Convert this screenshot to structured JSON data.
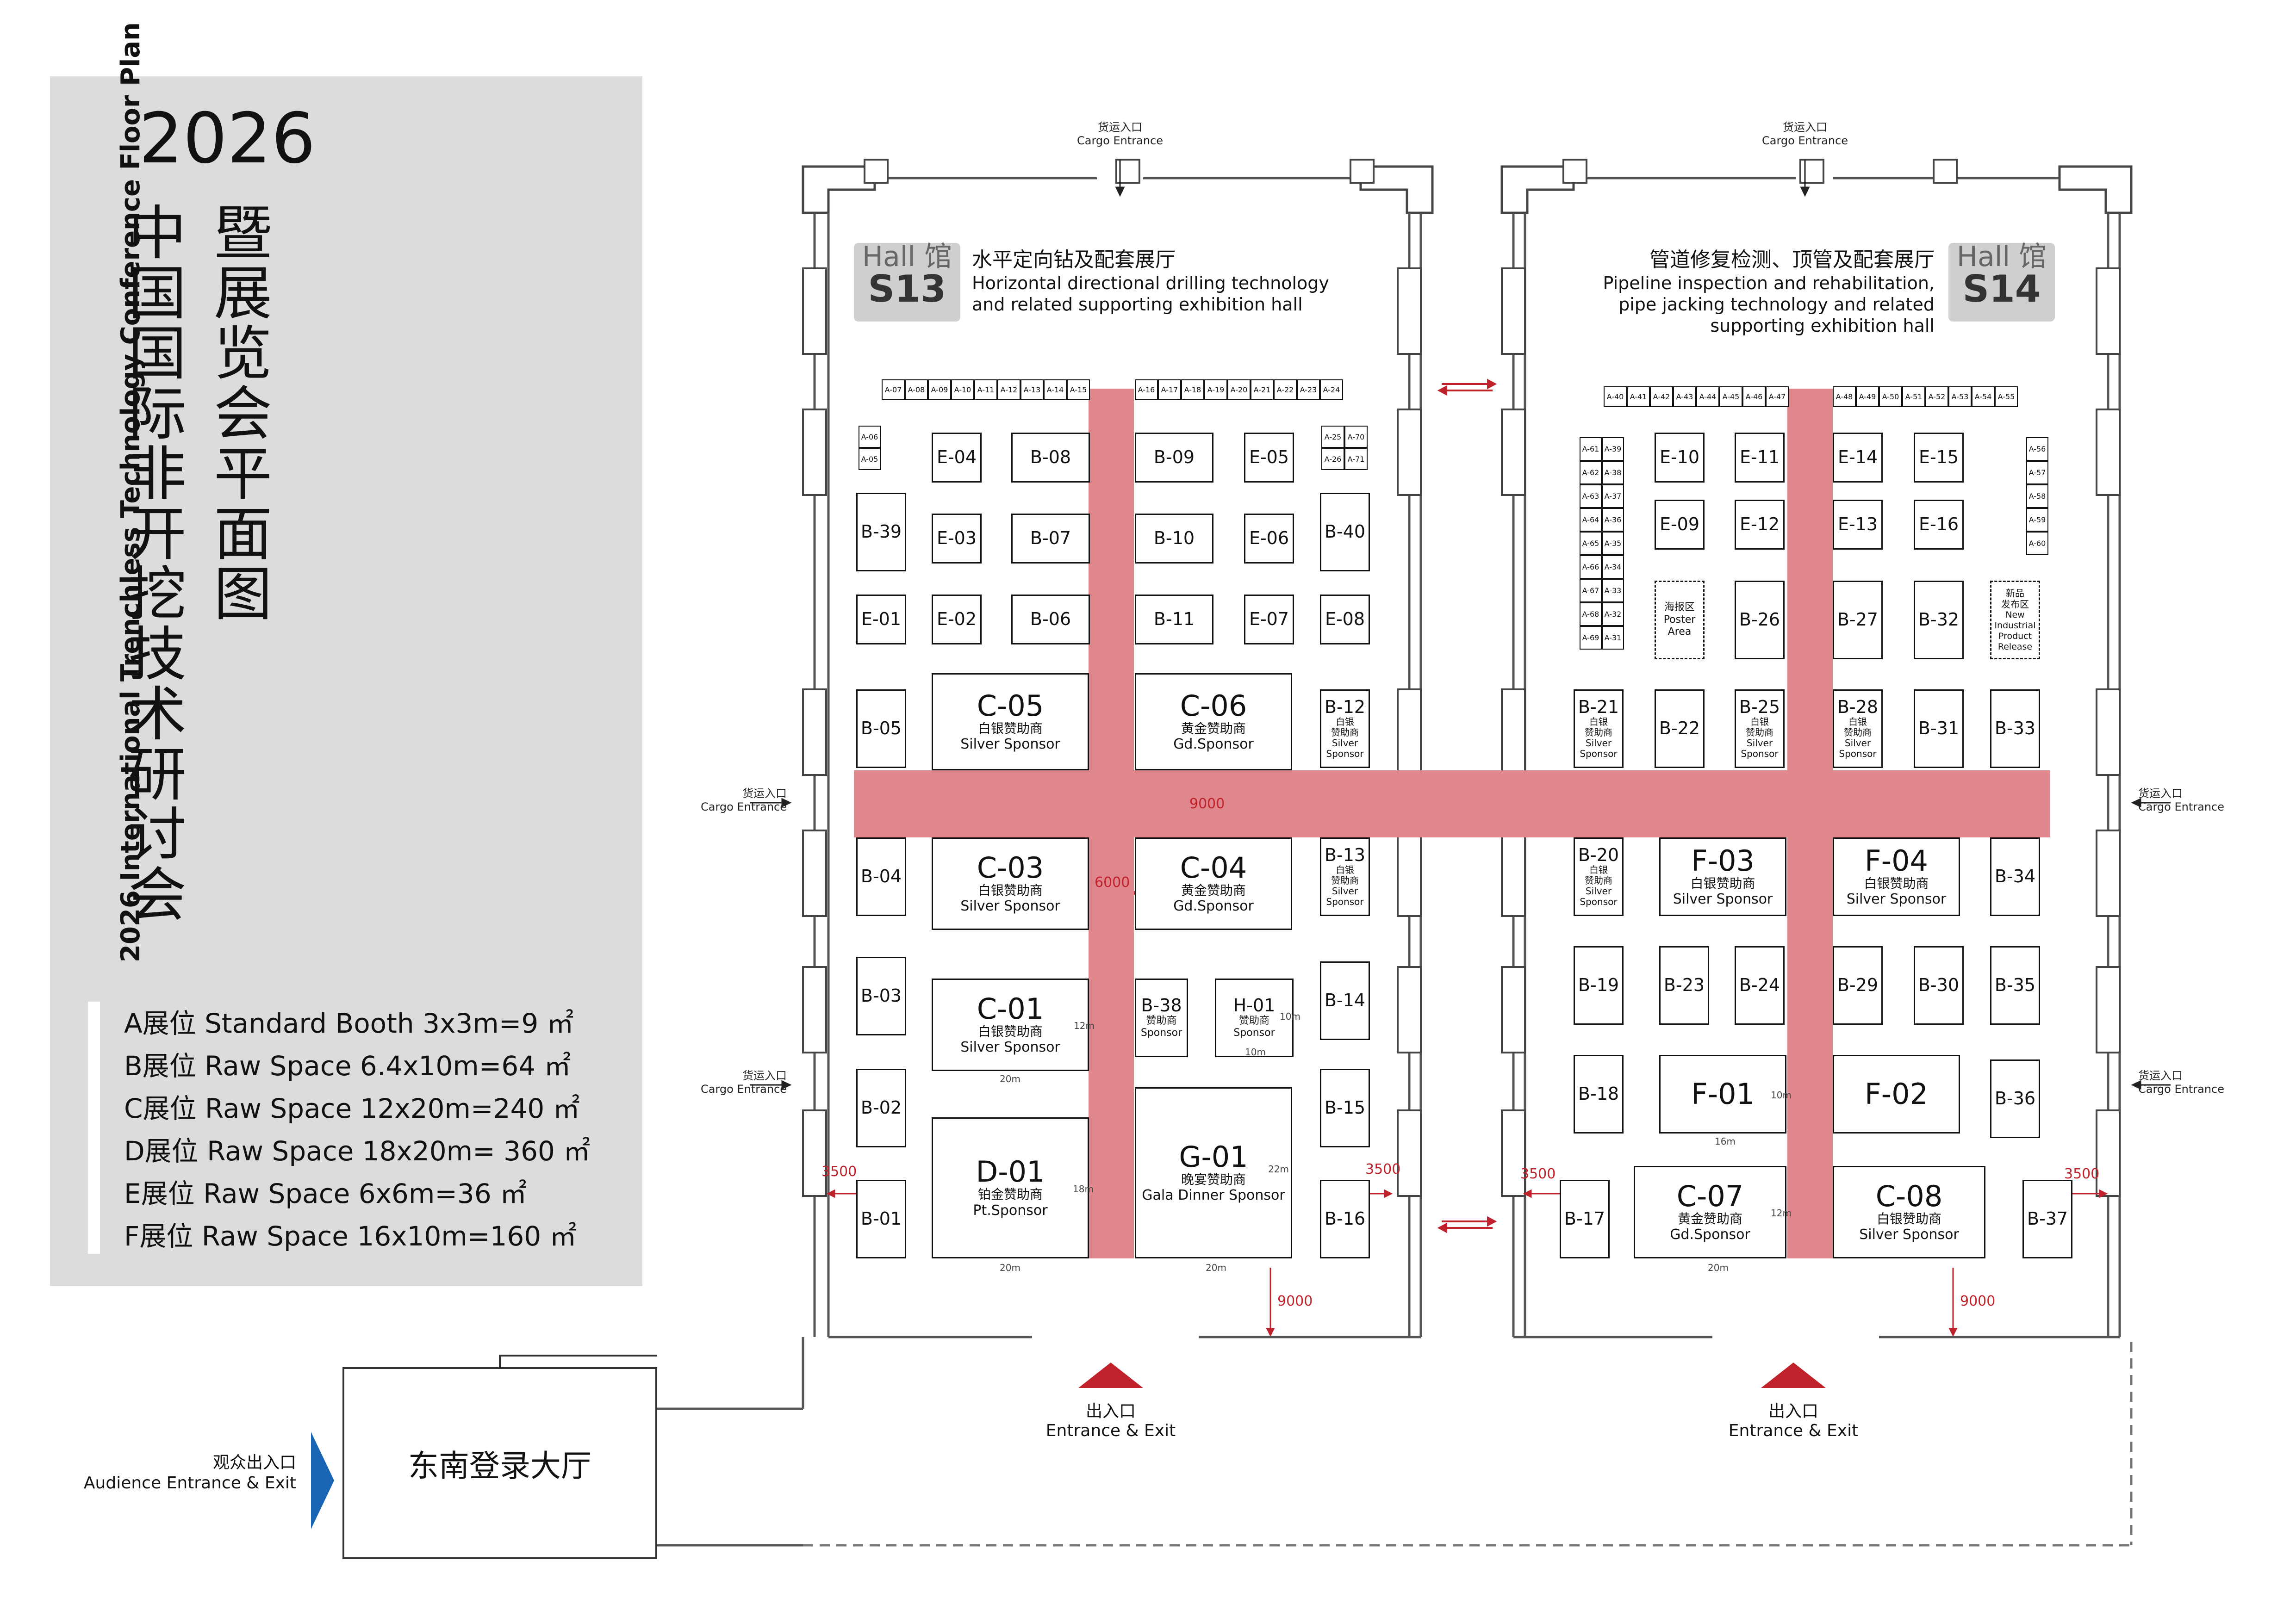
{
  "title": {
    "year": "2026",
    "cn_col1": [
      "中",
      "国",
      "国",
      "际",
      "非",
      "开",
      "挖",
      "技",
      "术",
      "研",
      "讨",
      "会"
    ],
    "cn_col2": [
      "暨",
      "展",
      "览",
      "会",
      "平",
      "面",
      "图"
    ],
    "en_vertical": "2026 International Trenchless Technology Conference Floor Plan"
  },
  "legend": [
    {
      "text": "A展位 Standard Booth 3x3m=9 ㎡"
    },
    {
      "text": "B展位 Raw Space 6.4x10m=64 ㎡"
    },
    {
      "text": "C展位 Raw Space 12x20m=240 ㎡"
    },
    {
      "text": "D展位 Raw Space 18x20m= 360 ㎡"
    },
    {
      "text": "E展位 Raw Space  6x6m=36 ㎡"
    },
    {
      "text": "F展位 Raw Space 16x10m=160 ㎡"
    }
  ],
  "cargo": {
    "cn": "货运入口",
    "en": "Cargo Entrance"
  },
  "halls": {
    "s13": {
      "badge_top": "Hall 馆",
      "badge_num": "S13",
      "cn": "水平定向钻及配套展厅",
      "en1": "Horizontal directional drilling technology",
      "en2": "and related supporting exhibition hall"
    },
    "s14": {
      "badge_top": "Hall 馆",
      "badge_num": "S14",
      "cn": "管道修复检测、顶管及配套展厅",
      "en1": "Pipeline inspection and rehabilitation,",
      "en2": "pipe jacking technology and related",
      "en3": "supporting exhibition hall"
    }
  },
  "a_row_s13_left": [
    "A-07",
    "A-08",
    "A-09",
    "A-10",
    "A-11",
    "A-12",
    "A-13",
    "A-14",
    "A-15"
  ],
  "a_row_s13_right": [
    "A-16",
    "A-17",
    "A-18",
    "A-19",
    "A-20",
    "A-21",
    "A-22",
    "A-23",
    "A-24"
  ],
  "a_row_s14_left": [
    "A-40",
    "A-41",
    "A-42",
    "A-43",
    "A-44",
    "A-45",
    "A-46",
    "A-47"
  ],
  "a_row_s14_right": [
    "A-48",
    "A-49",
    "A-50",
    "A-51",
    "A-52",
    "A-53",
    "A-54",
    "A-55"
  ],
  "a_col_s14_left1": [
    "A-61",
    "A-62",
    "A-63",
    "A-64",
    "A-65",
    "A-66",
    "A-67",
    "A-68",
    "A-69"
  ],
  "a_col_s14_left2": [
    "A-39",
    "A-38",
    "A-37",
    "A-36",
    "A-35",
    "A-34",
    "A-33",
    "A-32",
    "A-31"
  ],
  "a_col_s14_right": [
    "A-56",
    "A-57",
    "A-58",
    "A-59",
    "A-60"
  ],
  "a_misc": {
    "a06": "A-06",
    "a05": "A-05",
    "a25": "A-25",
    "a70": "A-70",
    "a26": "A-26",
    "a71": "A-71"
  },
  "booths": {
    "B39": "B-39",
    "E04": "E-04",
    "B08": "B-08",
    "B09": "B-09",
    "E05": "E-05",
    "B40": "B-40",
    "E03": "E-03",
    "B07": "B-07",
    "B10": "B-10",
    "E06": "E-06",
    "E01": "E-01",
    "E02": "E-02",
    "B06": "B-06",
    "B11": "B-11",
    "E07": "E-07",
    "E08": "E-08",
    "B05": "B-05",
    "B04": "B-04",
    "B03": "B-03",
    "B02": "B-02",
    "B01": "B-01",
    "B12": "B-12",
    "B13": "B-13",
    "B14": "B-14",
    "B15": "B-15",
    "B16": "B-16",
    "C05": "C-05",
    "C06": "C-06",
    "C03": "C-03",
    "C04": "C-04",
    "C01": "C-01",
    "D01": "D-01",
    "G01": "G-01",
    "B38": "B-38",
    "H01": "H-01",
    "E10": "E-10",
    "E11": "E-11",
    "E14": "E-14",
    "E15": "E-15",
    "E09": "E-09",
    "E12": "E-12",
    "E13": "E-13",
    "E16": "E-16",
    "B26": "B-26",
    "B27": "B-27",
    "B32": "B-32",
    "B21": "B-21",
    "B22": "B-22",
    "B25": "B-25",
    "B28": "B-28",
    "B31": "B-31",
    "B33": "B-33",
    "B20": "B-20",
    "F03": "F-03",
    "F04": "F-04",
    "B34": "B-34",
    "B19": "B-19",
    "B23": "B-23",
    "B24": "B-24",
    "B29": "B-29",
    "B30": "B-30",
    "B35": "B-35",
    "B18": "B-18",
    "F01": "F-01",
    "F02": "F-02",
    "B36": "B-36",
    "B17": "B-17",
    "C07": "C-07",
    "C08": "C-08",
    "B37": "B-37"
  },
  "sponsor": {
    "silver_cn": "白银赞助商",
    "silver_en": "Silver Sponsor",
    "gold_cn": "黄金赞助商",
    "gold_en": "Gd.Sponsor",
    "pt_cn": "铂金赞助商",
    "pt_en": "Pt.Sponsor",
    "gala_cn": "晚宴赞助商",
    "gala_en": "Gala Dinner Sponsor",
    "sp_cn": "赞助商",
    "sp_en": "Sponsor",
    "silver_cn1": "白银",
    "silver_cn2": "赞助商",
    "silver_en1": "Silver",
    "silver_en2": "Sponsor"
  },
  "poster": {
    "cn": "海报区",
    "en1": "Poster",
    "en2": "Area"
  },
  "newprod": {
    "cn1": "新品",
    "cn2": "发布区",
    "en1": "New",
    "en2": "Industrial",
    "en3": "Product",
    "en4": "Release"
  },
  "dims": {
    "d9000": "9000",
    "d6000": "6000",
    "d3500": "3500",
    "m20": "20m",
    "m12": "12m",
    "m18": "18m",
    "m22": "22m",
    "m10": "10m",
    "m16": "16m"
  },
  "exit": {
    "cn": "出入口",
    "en": "Entrance & Exit"
  },
  "lobby": "东南登录大厅",
  "audience": {
    "cn": "观众出入口",
    "en": "Audience Entrance & Exit"
  },
  "colors": {
    "aisle": "#e0878e",
    "accent_red": "#c0222c",
    "arrow_blue": "#1a64b4",
    "panel": "#dcdcdc"
  }
}
